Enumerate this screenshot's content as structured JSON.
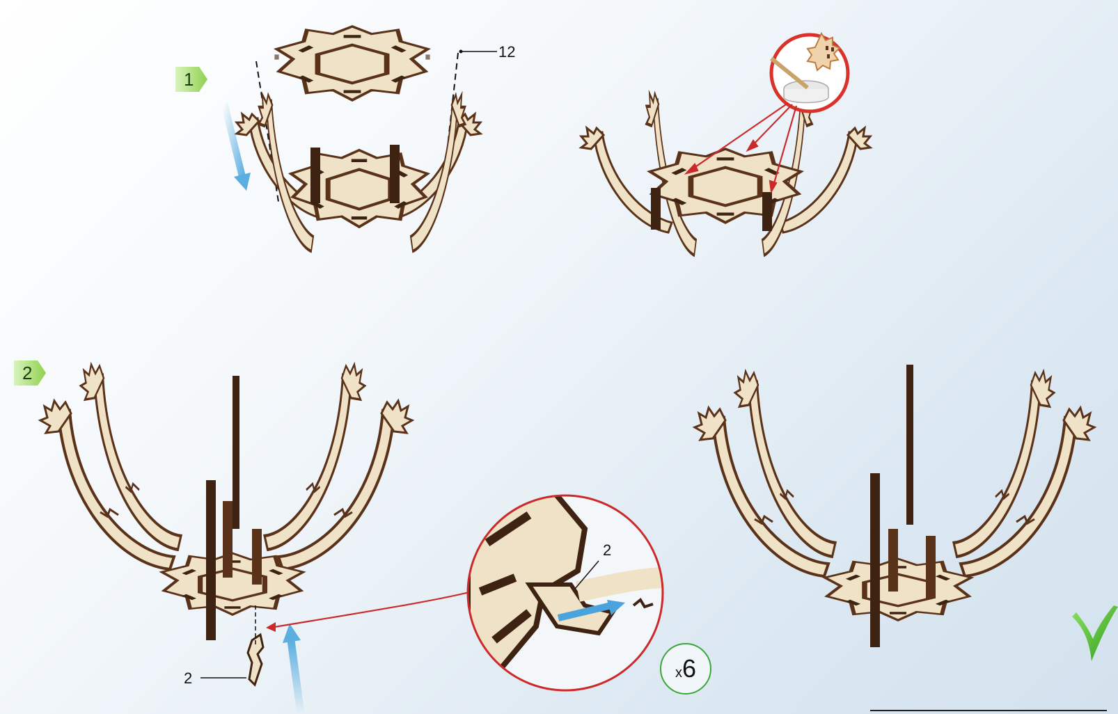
{
  "steps": [
    {
      "number": "1"
    },
    {
      "number": "2"
    }
  ],
  "callouts": {
    "top_part": "12",
    "peg_part": "2",
    "zoom_part": "2"
  },
  "quantity": {
    "prefix": "x",
    "count": "6"
  },
  "colors": {
    "wood_face": "#efe2c6",
    "wood_edge": "#5a3219",
    "wood_dark": "#3e2212",
    "step_badge": "#8fd14f",
    "arrow_blue": "#5aaee0",
    "arrow_red": "#cc2a2a",
    "check_green": "#55c234",
    "qty_ring": "#3aa63a"
  },
  "icons": [
    "glue-bowl-icon",
    "checkmark-icon",
    "step-arrow-icon"
  ]
}
